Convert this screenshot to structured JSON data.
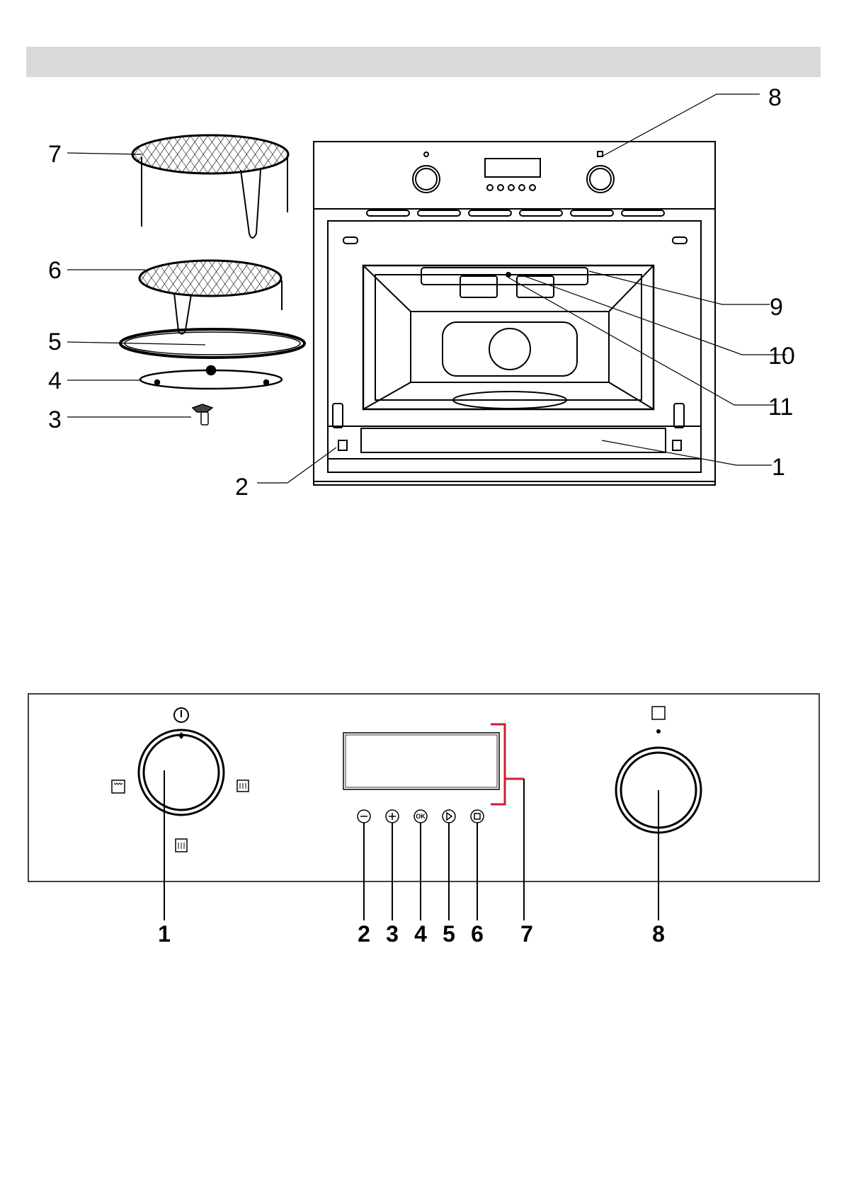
{
  "colors": {
    "header_bar": "#d9d9d9",
    "accent_bracket": "#cc1f2c",
    "line": "#000000"
  },
  "top_callouts": {
    "c1": "1",
    "c2": "2",
    "c3": "3",
    "c4": "4",
    "c5": "5",
    "c6": "6",
    "c7": "7",
    "c8": "8",
    "c9": "9",
    "c10": "10",
    "c11": "11"
  },
  "panel_callouts": {
    "p1": "1",
    "p2": "2",
    "p3": "3",
    "p4": "4",
    "p5": "5",
    "p6": "6",
    "p7": "7",
    "p8": "8"
  },
  "panel_icons": {
    "ok_label": "OK",
    "icons": [
      "power-icon",
      "conventional-oven-icon",
      "grill-icon",
      "microwave-icon",
      "minus-icon",
      "plus-icon",
      "ok-icon",
      "start-icon",
      "stop-icon",
      "timer-icon"
    ]
  }
}
